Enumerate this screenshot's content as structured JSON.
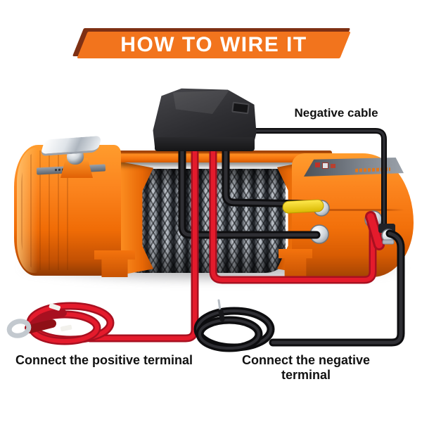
{
  "banner": {
    "title": "HOW TO WIRE IT"
  },
  "callouts": {
    "negative_cable": "Negative cable",
    "positive_terminal": "Connect the positive terminal",
    "negative_terminal": "Connect the negative terminal"
  },
  "colors": {
    "banner-orange": "#f2741d",
    "banner-shadow": "#7e3014",
    "winch-orange": "#fb831d",
    "winch-orange-deep": "#d85c03",
    "cable-red": "#e41b2c",
    "cable-red-dark": "#a81020",
    "cable-black": "#1a1a1d",
    "cable-black-dark": "#0d0d0f",
    "terminal-yellow": "#f0d408",
    "rope-light": "#c3c8cf",
    "rope-dark": "#23262b",
    "box-gray": "#2e2e32",
    "label-text": "#111111",
    "background": "#ffffff"
  }
}
